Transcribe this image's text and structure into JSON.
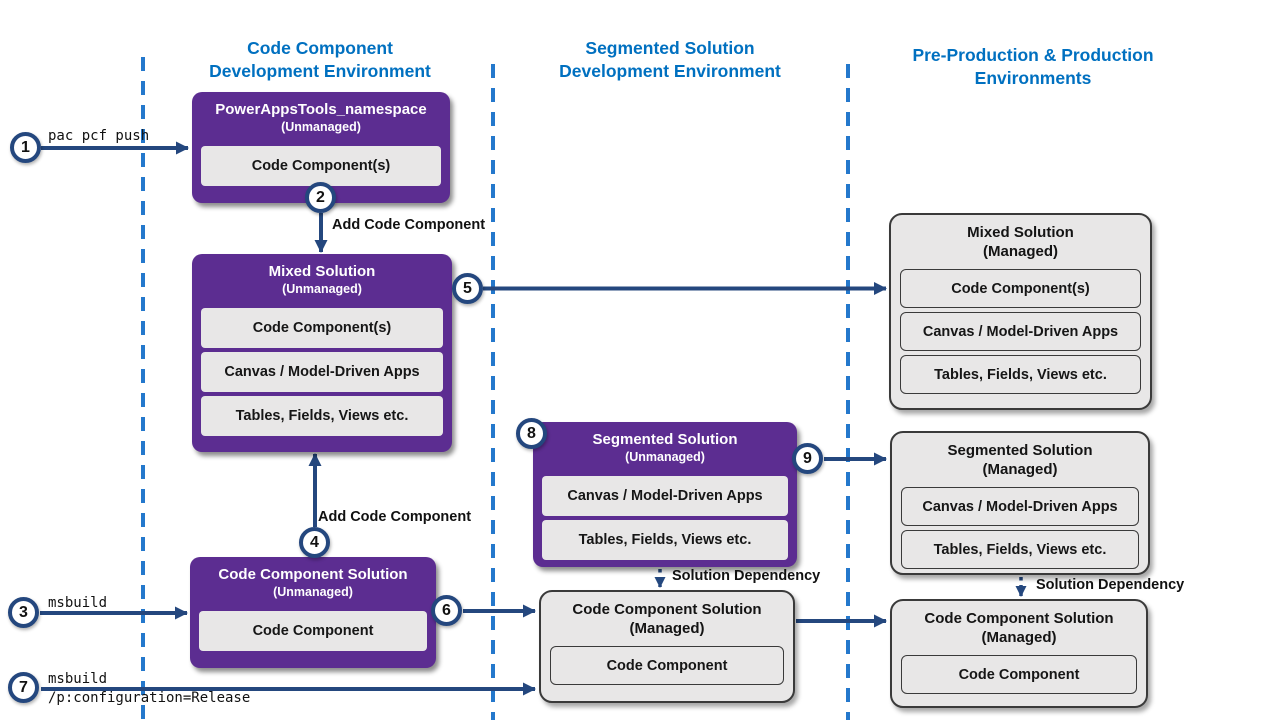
{
  "lanes": [
    {
      "line1": "Code Component",
      "line2": "Development Environment"
    },
    {
      "line1": "Segmented Solution",
      "line2": "Development Environment"
    },
    {
      "line1": "Pre-Production & Production",
      "line2": "Environments"
    }
  ],
  "steps": [
    "1",
    "2",
    "3",
    "4",
    "5",
    "6",
    "7",
    "8",
    "9"
  ],
  "nodes": {
    "powerapps_tools": {
      "title": "PowerAppsTools_namespace",
      "state": "(Unmanaged)",
      "rows": [
        "Code Component(s)"
      ]
    },
    "mixed_unmanaged": {
      "title": "Mixed Solution",
      "state": "(Unmanaged)",
      "rows": [
        "Code Component(s)",
        "Canvas / Model-Driven Apps",
        "Tables, Fields, Views etc."
      ]
    },
    "code_component_unmanaged": {
      "title": "Code Component Solution",
      "state": "(Unmanaged)",
      "rows": [
        "Code Component"
      ]
    },
    "segmented_unmanaged": {
      "title": "Segmented Solution",
      "state": "(Unmanaged)",
      "rows": [
        "Canvas / Model-Driven Apps",
        "Tables, Fields, Views etc."
      ]
    },
    "mixed_managed": {
      "title": "Mixed Solution",
      "state": "(Managed)",
      "rows": [
        "Code Component(s)",
        "Canvas / Model-Driven Apps",
        "Tables, Fields, Views etc."
      ]
    },
    "segmented_managed": {
      "title": "Segmented Solution",
      "state": "(Managed)",
      "rows": [
        "Canvas / Model-Driven Apps",
        "Tables, Fields, Views etc."
      ]
    },
    "code_component_managed_mid": {
      "title": "Code Component Solution",
      "state": "(Managed)",
      "rows": [
        "Code Component"
      ]
    },
    "code_component_managed_right": {
      "title": "Code Component Solution",
      "state": "(Managed)",
      "rows": [
        "Code Component"
      ]
    }
  },
  "annotations": {
    "pac_pcf_push": "pac pcf push",
    "msbuild": "msbuild",
    "msbuild_release_line1": "msbuild",
    "msbuild_release_line2": "/p:configuration=Release",
    "add_code_component_upper": "Add Code Component",
    "add_code_component_lower": "Add Code Component",
    "solution_dependency_mid": "Solution Dependency",
    "solution_dependency_right": "Solution Dependency"
  },
  "colors": {
    "unmanaged_fill": "#5C2D91",
    "managed_fill": "#E8E7E7",
    "row_fill": "#E8E7E7",
    "lane_divider": "#2478CC",
    "lane_header_text": "#0070C0",
    "connector": "#24477E"
  }
}
